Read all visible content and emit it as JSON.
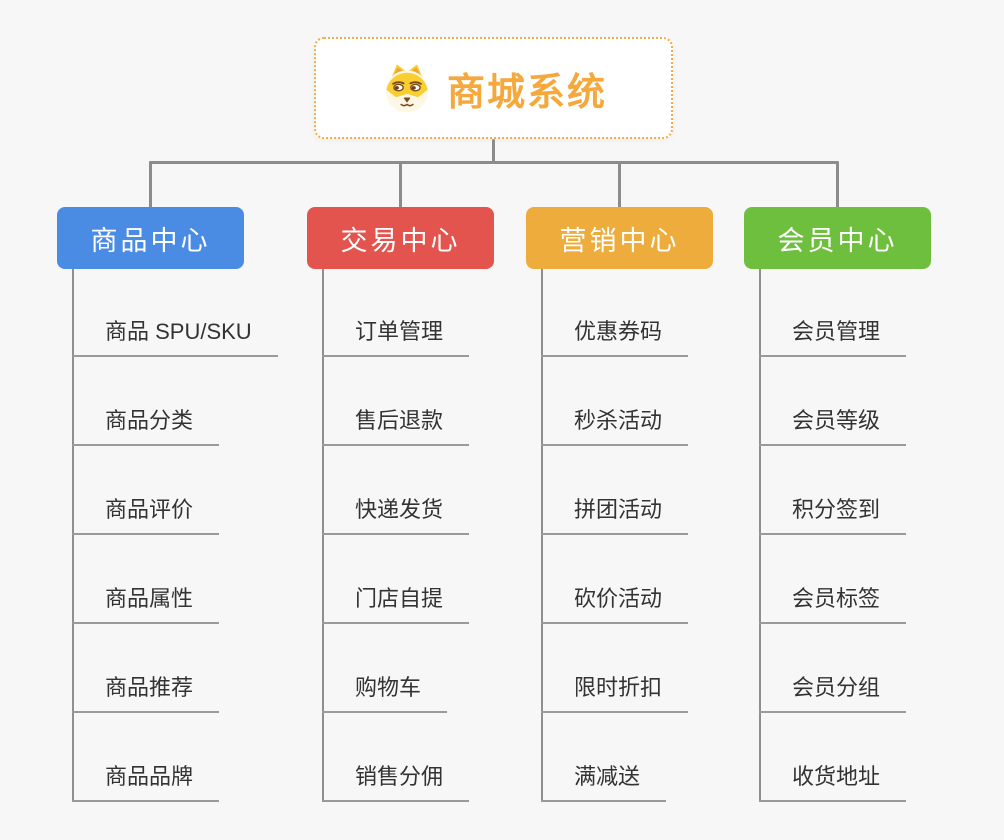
{
  "root": {
    "title": "商城系统",
    "icon": "dog-face-icon"
  },
  "colors": {
    "background": "#f7f7f7",
    "root_border": "#f2ac45",
    "root_title": "#f5a83c",
    "connector": "#8c8c8c",
    "leaf_underline": "#9a9a9a",
    "leaf_text": "#333333"
  },
  "branches": [
    {
      "label": "商品中心",
      "color": "#4a8be4",
      "items": [
        "商品 SPU/SKU",
        "商品分类",
        "商品评价",
        "商品属性",
        "商品推荐",
        "商品品牌"
      ]
    },
    {
      "label": "交易中心",
      "color": "#e4544e",
      "items": [
        "订单管理",
        "售后退款",
        "快递发货",
        "门店自提",
        "购物车",
        "销售分佣"
      ]
    },
    {
      "label": "营销中心",
      "color": "#edac3b",
      "items": [
        "优惠券码",
        "秒杀活动",
        "拼团活动",
        "砍价活动",
        "限时折扣",
        "满减送"
      ]
    },
    {
      "label": "会员中心",
      "color": "#6fbf3f",
      "items": [
        "会员管理",
        "会员等级",
        "积分签到",
        "会员标签",
        "会员分组",
        "收货地址"
      ]
    }
  ]
}
